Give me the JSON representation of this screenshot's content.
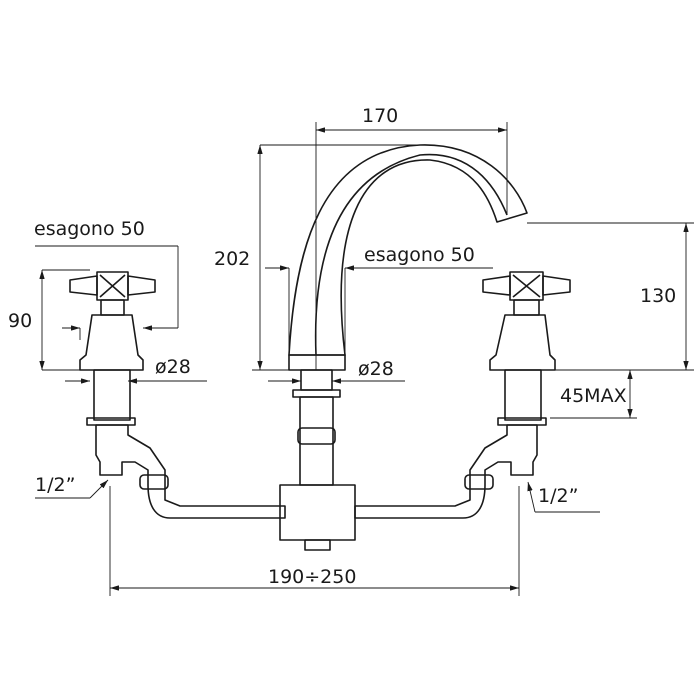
{
  "drawing": {
    "dimensions": {
      "spout_reach": "170",
      "spout_height": "202",
      "spout_outlet_height": "130",
      "hex_spout": "esagono 50",
      "hex_valve": "esagono 50",
      "valve_height": "90",
      "diameter_spout": "ø28",
      "diameter_valve": "ø28",
      "max_deck_thickness": "45MAX",
      "inlet_left": "1/2”",
      "inlet_right": "1/2”",
      "centre_distance": "190÷250"
    }
  }
}
